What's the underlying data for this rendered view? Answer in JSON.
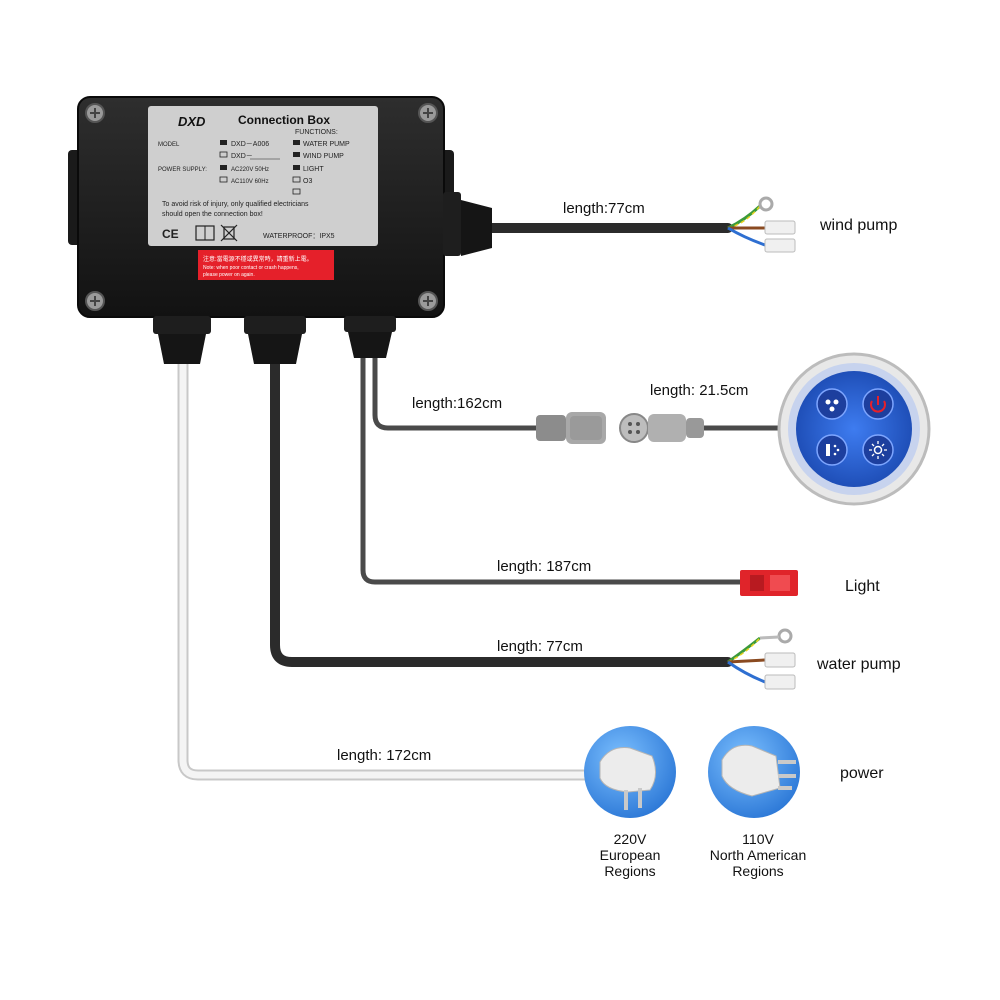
{
  "box": {
    "brand": "DXD",
    "title": "Connection Box",
    "model_label": "MODEL",
    "model_a006": "DXD－A006",
    "model_blank": "DXD－",
    "power_label": "POWER SUPPLY:",
    "power_220": "AC220V  50Hz",
    "power_110": "AC110V  60Hz",
    "functions_label": "FUNCTIONS:",
    "func_water": "WATER PUMP",
    "func_wind": "WIND PUMP",
    "func_light": "LIGHT",
    "func_o3": "O3",
    "warning_1": "To avoid risk of injury, only qualified electricians",
    "warning_2": "should open the connection box!",
    "ce_mark": "CE",
    "waterproof": "WATERPROOF：IPX5",
    "red_label_1": "注意:當電源不穩或異常時，請重新上電。",
    "red_label_2": "Note: when poor contact or crash happens,",
    "red_label_3": "please power on again."
  },
  "cables": {
    "wind_pump_length": "length:77cm",
    "control_length": "length:162cm",
    "panel_length": "length: 21.5cm",
    "light_length": "length: 187cm",
    "water_pump_length": "length: 77cm",
    "power_length": "length: 172cm"
  },
  "components": {
    "wind_pump": "wind pump",
    "light": "Light",
    "water_pump": "water pump",
    "power": "power"
  },
  "plugs": {
    "eu": {
      "voltage": "220V",
      "line1": "European",
      "line2": "Regions"
    },
    "na": {
      "voltage": "110V",
      "line1": "North American",
      "line2": "Regions"
    }
  },
  "colors": {
    "cable_black": "#2b2b2b",
    "cable_white": "#e6e6e6",
    "box_body": "#1c1c1c",
    "label_plate": "#c9c9c9",
    "warning_red": "#e5202a",
    "panel_blue": "#2a63d6",
    "plug_circle": "#3d8ee6",
    "light_connector": "#e0242a"
  },
  "icons": {
    "panel_buttons": [
      "bubble-icon",
      "power-icon",
      "spray-icon",
      "light-icon"
    ],
    "plugs": [
      "eu-plug-icon",
      "us-plug-icon"
    ]
  }
}
